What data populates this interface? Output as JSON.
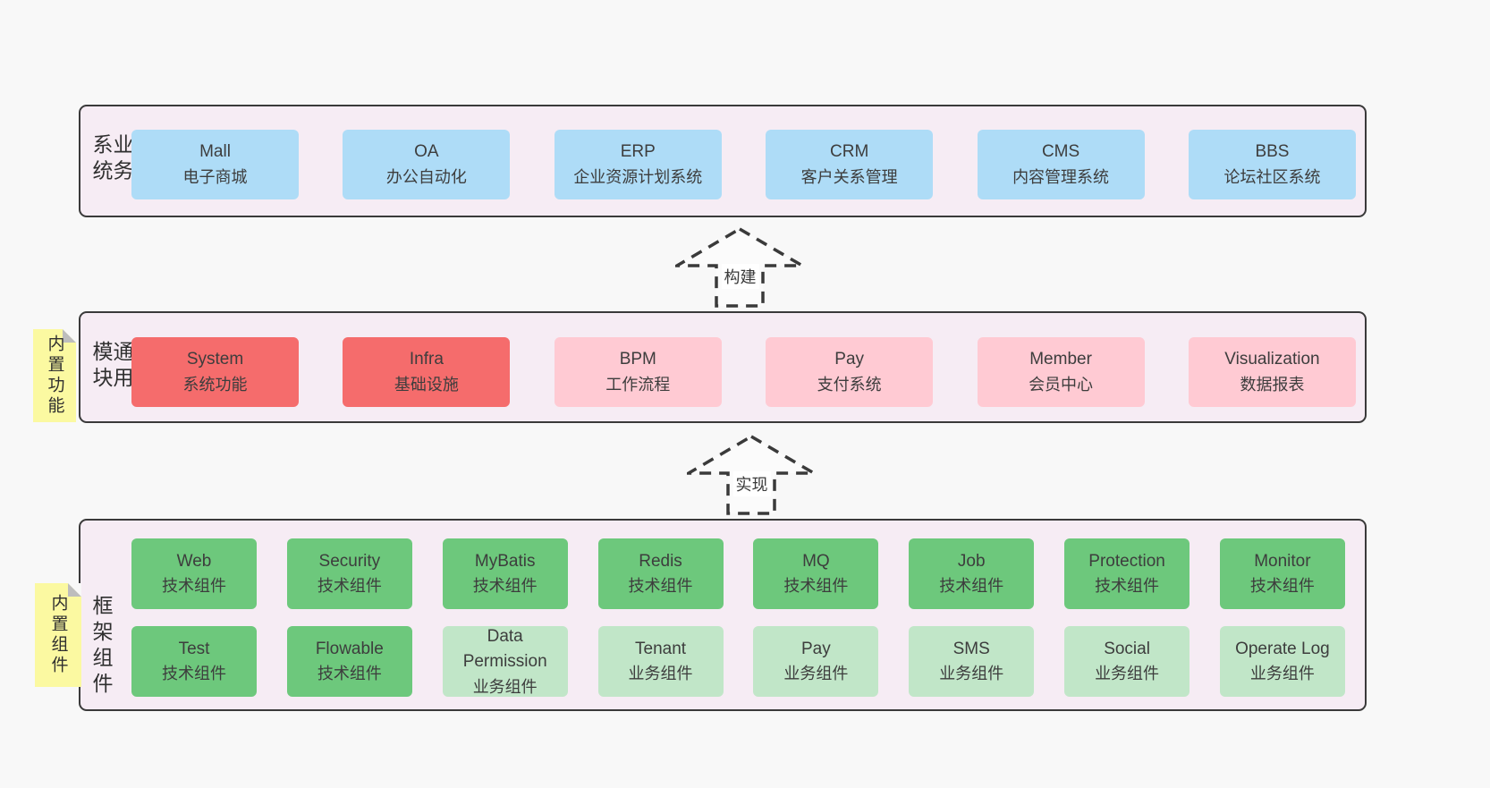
{
  "diagram": {
    "colors": {
      "page_bg": "#f8f8f8",
      "band_bg": "#f6ecf4",
      "band_border": "#3a3a3a",
      "blue_box": "#aedcf7",
      "red_box": "#f56c6c",
      "pink_box": "#ffcad3",
      "green_box": "#6dc87c",
      "light_green_box": "#c1e6c8",
      "sticky_yellow": "#fbf9a1",
      "sticky_fold": "#bdbdbd",
      "text": "#3d3d3d"
    },
    "arrows": [
      {
        "label": "构建"
      },
      {
        "label": "实现"
      }
    ],
    "bands": [
      {
        "label": "业务系统",
        "boxes": [
          {
            "title": "Mall",
            "subtitle": "电子商城"
          },
          {
            "title": "OA",
            "subtitle": "办公自动化"
          },
          {
            "title": "ERP",
            "subtitle": "企业资源计划系统"
          },
          {
            "title": "CRM",
            "subtitle": "客户关系管理"
          },
          {
            "title": "CMS",
            "subtitle": "内容管理系统"
          },
          {
            "title": "BBS",
            "subtitle": "论坛社区系统"
          }
        ]
      },
      {
        "label": "通用模块",
        "sticky": "内置功能",
        "boxes": [
          {
            "title": "System",
            "subtitle": "系统功能"
          },
          {
            "title": "Infra",
            "subtitle": "基础设施"
          },
          {
            "title": "BPM",
            "subtitle": "工作流程"
          },
          {
            "title": "Pay",
            "subtitle": "支付系统"
          },
          {
            "title": "Member",
            "subtitle": "会员中心"
          },
          {
            "title": "Visualization",
            "subtitle": "数据报表"
          }
        ]
      },
      {
        "label": "框架组件",
        "sticky": "内置组件",
        "rows": [
          [
            {
              "title": "Web",
              "subtitle": "技术组件"
            },
            {
              "title": "Security",
              "subtitle": "技术组件"
            },
            {
              "title": "MyBatis",
              "subtitle": "技术组件"
            },
            {
              "title": "Redis",
              "subtitle": "技术组件"
            },
            {
              "title": "MQ",
              "subtitle": "技术组件"
            },
            {
              "title": "Job",
              "subtitle": "技术组件"
            },
            {
              "title": "Protection",
              "subtitle": "技术组件"
            },
            {
              "title": "Monitor",
              "subtitle": "技术组件"
            }
          ],
          [
            {
              "title": "Test",
              "subtitle": "技术组件"
            },
            {
              "title": "Flowable",
              "subtitle": "技术组件"
            },
            {
              "title": "Data Permission",
              "subtitle": "业务组件"
            },
            {
              "title": "Tenant",
              "subtitle": "业务组件"
            },
            {
              "title": "Pay",
              "subtitle": "业务组件"
            },
            {
              "title": "SMS",
              "subtitle": "业务组件"
            },
            {
              "title": "Social",
              "subtitle": "业务组件"
            },
            {
              "title": "Operate Log",
              "subtitle": "业务组件"
            }
          ]
        ]
      }
    ]
  }
}
